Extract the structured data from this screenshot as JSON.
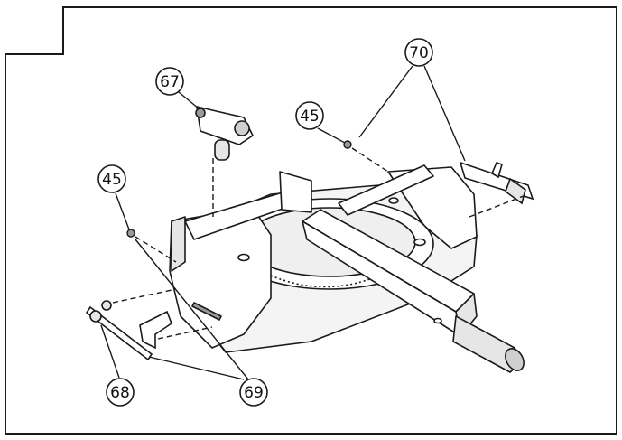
{
  "diagram": {
    "labels": {
      "c67": "67",
      "c45_top": "45",
      "c70": "70",
      "c45_left": "45",
      "c68": "68",
      "c69": "69"
    }
  },
  "colors": {
    "line": "#1a1a1a",
    "fill": "#ffffff",
    "shade": "#e6e6e6",
    "dark": "#9a9a9a"
  }
}
